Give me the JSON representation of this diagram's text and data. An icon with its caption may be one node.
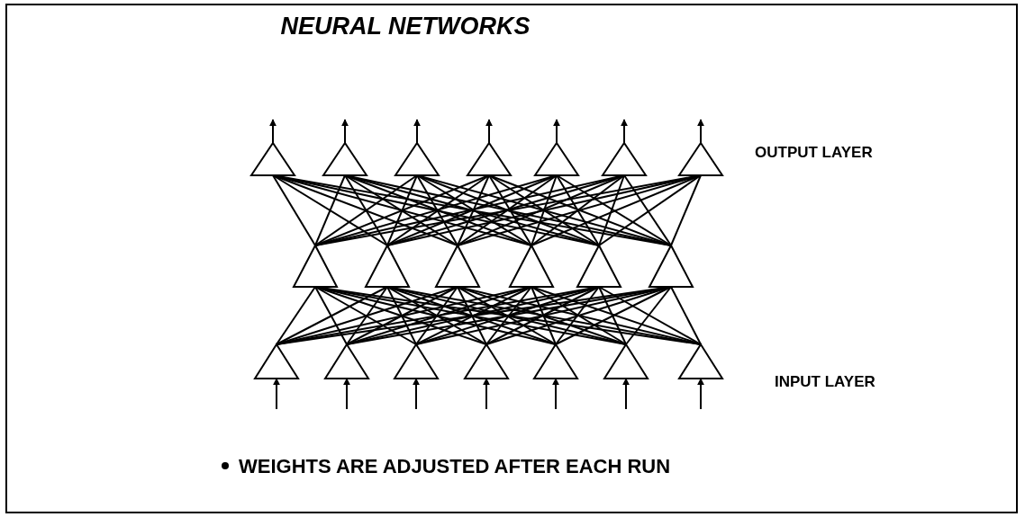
{
  "diagram": {
    "title": "NEURAL NETWORKS",
    "nodes": [
      {
        "text": [],
        "shape": "triangle"
      },
      {
        "text": [],
        "shape": "triangle"
      },
      {
        "text": [],
        "shape": "triangle"
      },
      {
        "text": [],
        "shape": "triangle"
      },
      {
        "text": [],
        "shape": "triangle"
      },
      {
        "text": [],
        "shape": "triangle"
      },
      {
        "text": [],
        "shape": "triangle"
      },
      {
        "text": [],
        "shape": "triangle"
      },
      {
        "text": [],
        "shape": "triangle"
      },
      {
        "text": [],
        "shape": "triangle"
      },
      {
        "text": [],
        "shape": "triangle"
      },
      {
        "text": [],
        "shape": "triangle"
      },
      {
        "text": [],
        "shape": "triangle"
      },
      {
        "text": [],
        "shape": "triangle"
      },
      {
        "text": [],
        "shape": "triangle"
      },
      {
        "text": [],
        "shape": "triangle"
      },
      {
        "text": [],
        "shape": "triangle"
      },
      {
        "text": [],
        "shape": "triangle"
      },
      {
        "text": [],
        "shape": "triangle"
      },
      {
        "text": [],
        "shape": "triangle"
      }
    ],
    "edges": [
      {
        "from": 0,
        "to": null,
        "arrow": "to"
      },
      {
        "from": 1,
        "to": null,
        "arrow": "to"
      },
      {
        "from": 2,
        "to": null,
        "arrow": "to"
      },
      {
        "from": 3,
        "to": null,
        "arrow": "to"
      },
      {
        "from": 4,
        "to": null,
        "arrow": "to"
      },
      {
        "from": 5,
        "to": null,
        "arrow": "to"
      },
      {
        "from": 6,
        "to": null,
        "arrow": "to"
      },
      {
        "from": 7,
        "to": 0,
        "arrow": "none"
      },
      {
        "from": 7,
        "to": 1,
        "arrow": "none"
      },
      {
        "from": 7,
        "to": 2,
        "arrow": "none"
      },
      {
        "from": 7,
        "to": 3,
        "arrow": "none"
      },
      {
        "from": 7,
        "to": 4,
        "arrow": "none"
      },
      {
        "from": 7,
        "to": 5,
        "arrow": "none"
      },
      {
        "from": 7,
        "to": 6,
        "arrow": "none"
      },
      {
        "from": 8,
        "to": 0,
        "arrow": "none"
      },
      {
        "from": 8,
        "to": 1,
        "arrow": "none"
      },
      {
        "from": 8,
        "to": 2,
        "arrow": "none"
      },
      {
        "from": 8,
        "to": 3,
        "arrow": "none"
      },
      {
        "from": 8,
        "to": 4,
        "arrow": "none"
      },
      {
        "from": 8,
        "to": 5,
        "arrow": "none"
      },
      {
        "from": 8,
        "to": 6,
        "arrow": "none"
      },
      {
        "from": 9,
        "to": 0,
        "arrow": "none"
      },
      {
        "from": 9,
        "to": 1,
        "arrow": "none"
      },
      {
        "from": 9,
        "to": 2,
        "arrow": "none"
      },
      {
        "from": 9,
        "to": 3,
        "arrow": "none"
      },
      {
        "from": 9,
        "to": 4,
        "arrow": "none"
      },
      {
        "from": 9,
        "to": 5,
        "arrow": "none"
      },
      {
        "from": 9,
        "to": 6,
        "arrow": "none"
      },
      {
        "from": 10,
        "to": 0,
        "arrow": "none"
      },
      {
        "from": 10,
        "to": 1,
        "arrow": "none"
      },
      {
        "from": 10,
        "to": 2,
        "arrow": "none"
      },
      {
        "from": 10,
        "to": 3,
        "arrow": "none"
      },
      {
        "from": 10,
        "to": 4,
        "arrow": "none"
      },
      {
        "from": 10,
        "to": 5,
        "arrow": "none"
      },
      {
        "from": 10,
        "to": 6,
        "arrow": "none"
      },
      {
        "from": 11,
        "to": 0,
        "arrow": "none"
      },
      {
        "from": 11,
        "to": 1,
        "arrow": "none"
      },
      {
        "from": 11,
        "to": 2,
        "arrow": "none"
      },
      {
        "from": 11,
        "to": 3,
        "arrow": "none"
      },
      {
        "from": 11,
        "to": 4,
        "arrow": "none"
      },
      {
        "from": 11,
        "to": 5,
        "arrow": "none"
      },
      {
        "from": 11,
        "to": 6,
        "arrow": "none"
      },
      {
        "from": 12,
        "to": 0,
        "arrow": "none"
      },
      {
        "from": 12,
        "to": 1,
        "arrow": "none"
      },
      {
        "from": 12,
        "to": 2,
        "arrow": "none"
      },
      {
        "from": 12,
        "to": 3,
        "arrow": "none"
      },
      {
        "from": 12,
        "to": 4,
        "arrow": "none"
      },
      {
        "from": 12,
        "to": 5,
        "arrow": "none"
      },
      {
        "from": 12,
        "to": 6,
        "arrow": "none"
      },
      {
        "from": 13,
        "to": 7,
        "arrow": "none"
      },
      {
        "from": 13,
        "to": 8,
        "arrow": "none"
      },
      {
        "from": 13,
        "to": 9,
        "arrow": "none"
      },
      {
        "from": 13,
        "to": 10,
        "arrow": "none"
      },
      {
        "from": 13,
        "to": 11,
        "arrow": "none"
      },
      {
        "from": 13,
        "to": 12,
        "arrow": "none"
      },
      {
        "from": 14,
        "to": 7,
        "arrow": "none"
      },
      {
        "from": 14,
        "to": 8,
        "arrow": "none"
      },
      {
        "from": 14,
        "to": 9,
        "arrow": "none"
      },
      {
        "from": 14,
        "to": 10,
        "arrow": "none"
      },
      {
        "from": 14,
        "to": 11,
        "arrow": "none"
      },
      {
        "from": 14,
        "to": 12,
        "arrow": "none"
      },
      {
        "from": 15,
        "to": 7,
        "arrow": "none"
      },
      {
        "from": 15,
        "to": 8,
        "arrow": "none"
      },
      {
        "from": 15,
        "to": 9,
        "arrow": "none"
      },
      {
        "from": 15,
        "to": 10,
        "arrow": "none"
      },
      {
        "from": 15,
        "to": 11,
        "arrow": "none"
      },
      {
        "from": 15,
        "to": 12,
        "arrow": "none"
      },
      {
        "from": 16,
        "to": 7,
        "arrow": "none"
      },
      {
        "from": 16,
        "to": 8,
        "arrow": "none"
      },
      {
        "from": 16,
        "to": 9,
        "arrow": "none"
      },
      {
        "from": 16,
        "to": 10,
        "arrow": "none"
      },
      {
        "from": 16,
        "to": 11,
        "arrow": "none"
      },
      {
        "from": 16,
        "to": 12,
        "arrow": "none"
      },
      {
        "from": 17,
        "to": 7,
        "arrow": "none"
      },
      {
        "from": 17,
        "to": 8,
        "arrow": "none"
      },
      {
        "from": 17,
        "to": 9,
        "arrow": "none"
      },
      {
        "from": 17,
        "to": 10,
        "arrow": "none"
      },
      {
        "from": 17,
        "to": 11,
        "arrow": "none"
      },
      {
        "from": 17,
        "to": 12,
        "arrow": "none"
      },
      {
        "from": 18,
        "to": 7,
        "arrow": "none"
      },
      {
        "from": 18,
        "to": 8,
        "arrow": "none"
      },
      {
        "from": 18,
        "to": 9,
        "arrow": "none"
      },
      {
        "from": 18,
        "to": 10,
        "arrow": "none"
      },
      {
        "from": 18,
        "to": 11,
        "arrow": "none"
      },
      {
        "from": 18,
        "to": 12,
        "arrow": "none"
      },
      {
        "from": 19,
        "to": 7,
        "arrow": "none"
      },
      {
        "from": 19,
        "to": 8,
        "arrow": "none"
      },
      {
        "from": 19,
        "to": 9,
        "arrow": "none"
      },
      {
        "from": 19,
        "to": 10,
        "arrow": "none"
      },
      {
        "from": 19,
        "to": 11,
        "arrow": "none"
      },
      {
        "from": 19,
        "to": 12,
        "arrow": "none"
      },
      {
        "from": null,
        "to": 13,
        "arrow": "to"
      },
      {
        "from": null,
        "to": 14,
        "arrow": "to"
      },
      {
        "from": null,
        "to": 15,
        "arrow": "to"
      },
      {
        "from": null,
        "to": 16,
        "arrow": "to"
      },
      {
        "from": null,
        "to": 17,
        "arrow": "to"
      },
      {
        "from": null,
        "to": 18,
        "arrow": "to"
      },
      {
        "from": null,
        "to": 19,
        "arrow": "to"
      }
    ],
    "labels": [
      "OUTPUT LAYER",
      "INPUT LAYER",
      "WEIGHTS ARE ADJUSTED AFTER EACH RUN"
    ]
  }
}
